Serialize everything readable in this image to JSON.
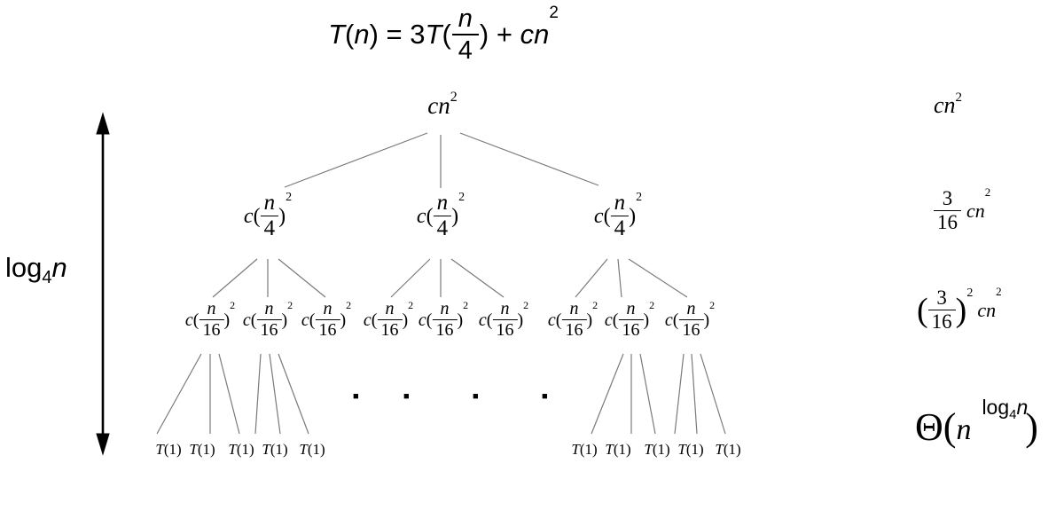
{
  "title": {
    "t1": "T",
    "open1": "(",
    "var1": "n",
    "mid": ") = 3",
    "t2": "T",
    "open2": "(",
    "frac": {
      "num": "n",
      "den": "4"
    },
    "close2": ")",
    "plus": " + ",
    "cn": "cn",
    "sup": "2"
  },
  "depth": {
    "log": "log",
    "base": "4",
    "var": "n"
  },
  "tree": {
    "root": {
      "cn": "cn",
      "sup": "2"
    },
    "l1": {
      "c": "c",
      "open": "(",
      "num": "n",
      "den": "4",
      "close": ")",
      "sup": "2"
    },
    "l2": {
      "c": "c",
      "open": "(",
      "num": "n",
      "den": "16",
      "close": ")",
      "sup": "2"
    },
    "dot": "■",
    "leaf": {
      "t": "T",
      "arg": "(1)"
    }
  },
  "costs": {
    "row0": {
      "cn": "cn",
      "sup": "2"
    },
    "row1": {
      "num": "3",
      "den": "16",
      "cn": "cn",
      "sup": "2"
    },
    "row2": {
      "open": "(",
      "num": "3",
      "den": "16",
      "close": ")",
      "powsup": "2",
      "cn": "cn",
      "sup": "2"
    },
    "total": {
      "theta": "Θ(",
      "base": "n",
      "log": "log",
      "logbase": "4",
      "logvar": "n",
      "close": ")"
    }
  },
  "colors": {
    "edge": "#7a7a7a",
    "ink": "#000000",
    "background": "#ffffff"
  }
}
